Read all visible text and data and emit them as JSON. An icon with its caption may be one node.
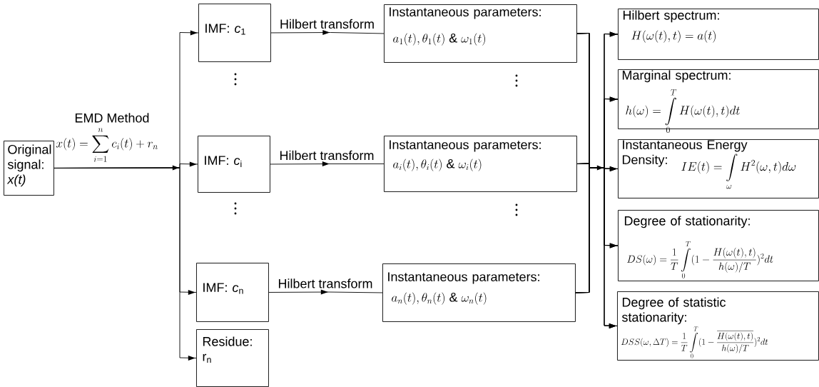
{
  "diagram": {
    "nodes": [
      {
        "text": [
          "Original signal: *x(t)*"
        ]
      },
      {
        "text": [
          "IMF: *c*$_{1}$"
        ]
      },
      {
        "text": [
          "IMF: *c*$_{i}$"
        ]
      },
      {
        "text": [
          "IMF: *c*$_{n}$"
        ]
      },
      {
        "text": [
          "Residue: r$_{n}$"
        ]
      },
      {
        "text": [
          "Instantaneous parameters:",
          "a_1(t),\\theta_1(t)\\ \\&\\ \\omega_1(t)"
        ]
      },
      {
        "text": [
          "Instantaneous parameters:",
          "a_i(t),\\theta_i(t)\\ \\&\\ \\omega_i(t)"
        ]
      },
      {
        "text": [
          "Instantaneous parameters:",
          "a_n(t),\\theta_n(t)\\ \\&\\ \\omega_n(t)"
        ]
      },
      {
        "text": [
          "Hilbert spectrum:",
          "H(\\omega(t),t)=a(t)"
        ]
      },
      {
        "text": [
          "Marginal spectrum:",
          "h(\\omega)=\\int\\limits_0^T H(\\omega(t),t)dt"
        ]
      },
      {
        "text": [
          "Instantaneous Energy Density:",
          "IE(t)=\\int\\limits_\\omega H^2(\\omega,t)d\\omega"
        ]
      },
      {
        "text": [
          "Degree of stationarity:",
          "DS(\\omega)=\\frac{1}{T}\\int\\limits_0^T(1-\\frac{H(\\omega(t),t)}{h(\\omega)/T})^2dt"
        ]
      },
      {
        "text": [
          "Degree of statistic stationarity:",
          "DSS(\\omega,\\Delta T)=\\frac{1}{T}\\int\\limits_0^T(1-\\frac{\\overline{H(\\omega(t),t)}}{h(\\omega)/T})^2dt"
        ]
      }
    ],
    "edges": [
      {
        "from": 0,
        "to": 1,
        "arrow": "to"
      },
      {
        "from": 0,
        "to": 2,
        "arrow": "to"
      },
      {
        "from": 0,
        "to": 3,
        "arrow": "to"
      },
      {
        "from": 0,
        "to": 4,
        "arrow": "to"
      },
      {
        "from": 1,
        "to": 5,
        "arrow": "to",
        "label": "Hilbert transform"
      },
      {
        "from": 2,
        "to": 6,
        "arrow": "to",
        "label": "Hilbert transform"
      },
      {
        "from": 3,
        "to": 7,
        "arrow": "to",
        "label": "Hilbert transform"
      },
      {
        "from": 5,
        "to": 8,
        "arrow": "to"
      },
      {
        "from": 5,
        "to": 9,
        "arrow": "to"
      },
      {
        "from": 5,
        "to": 10,
        "arrow": "to"
      },
      {
        "from": 5,
        "to": 11,
        "arrow": "to"
      },
      {
        "from": 5,
        "to": 12,
        "arrow": "to"
      },
      {
        "from": 6,
        "to": 8,
        "arrow": "to"
      },
      {
        "from": 6,
        "to": 9,
        "arrow": "to"
      },
      {
        "from": 6,
        "to": 10,
        "arrow": "to"
      },
      {
        "from": 6,
        "to": 11,
        "arrow": "to"
      },
      {
        "from": 6,
        "to": 12,
        "arrow": "to"
      },
      {
        "from": 7,
        "to": 8,
        "arrow": "to"
      },
      {
        "from": 7,
        "to": 9,
        "arrow": "to"
      },
      {
        "from": 7,
        "to": 10,
        "arrow": "to"
      },
      {
        "from": 7,
        "to": 11,
        "arrow": "to"
      },
      {
        "from": 7,
        "to": 12,
        "arrow": "to"
      }
    ],
    "labels": [
      "EMD Method",
      "x(t)=\\sum_{i=1}^{n}c_i(t)+r_n"
    ]
  }
}
